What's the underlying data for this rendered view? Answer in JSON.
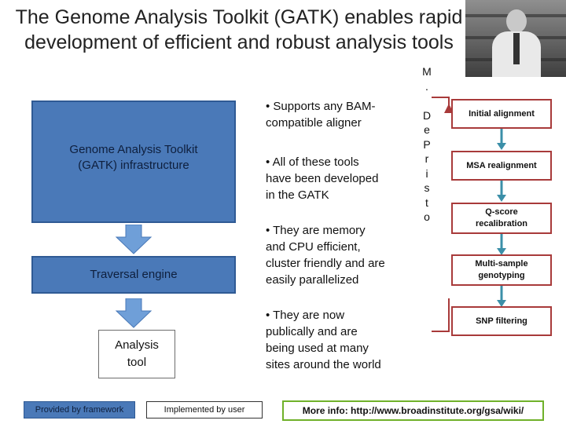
{
  "slide": {
    "title_line1": "The Genome Analysis Toolkit (GATK) enables rapid",
    "title_line2": "development of efficient and robust analysis tools"
  },
  "diagram": {
    "infrastructure_label_line1": "Genome Analysis Toolkit",
    "infrastructure_label_line2": "(GATK) infrastructure",
    "traversal_label": "Traversal engine",
    "analysis_label_line1": "Analysis",
    "analysis_label_line2": "tool"
  },
  "bullets": [
    {
      "lines": [
        "• Supports any BAM-",
        "compatible aligner"
      ]
    },
    {
      "lines": [
        "• All of these tools",
        "have been developed",
        "in the GATK"
      ]
    },
    {
      "lines": [
        "• They are memory",
        "and CPU efficient,",
        "cluster friendly and are",
        "easily parallelized"
      ]
    },
    {
      "lines": [
        "• They are now",
        "publically and are",
        "being used at many",
        "sites around the world"
      ]
    }
  ],
  "vertical_text": [
    "M",
    ".",
    "",
    "D",
    "e",
    "P",
    "r",
    "i",
    "s",
    "t",
    "o"
  ],
  "pipeline": [
    {
      "label_lines": [
        "Initial alignment"
      ]
    },
    {
      "label_lines": [
        "MSA realignment"
      ]
    },
    {
      "label_lines": [
        "Q-score",
        "recalibration"
      ]
    },
    {
      "label_lines": [
        "Multi-sample",
        "genotyping"
      ]
    },
    {
      "label_lines": [
        "SNP filtering"
      ]
    }
  ],
  "legend": {
    "framework": "Provided by framework",
    "user": "Implemented by user"
  },
  "more_info": "More info: http://www.broadinstitute.org/gsa/wiki/",
  "colors": {
    "framework_blue": "#4a79b8",
    "arrow_blue": "#6f9fd8",
    "pipeline_red": "#a83a3a",
    "pipeline_arrow_teal": "#3b8fa8",
    "info_green": "#6fb12a"
  }
}
